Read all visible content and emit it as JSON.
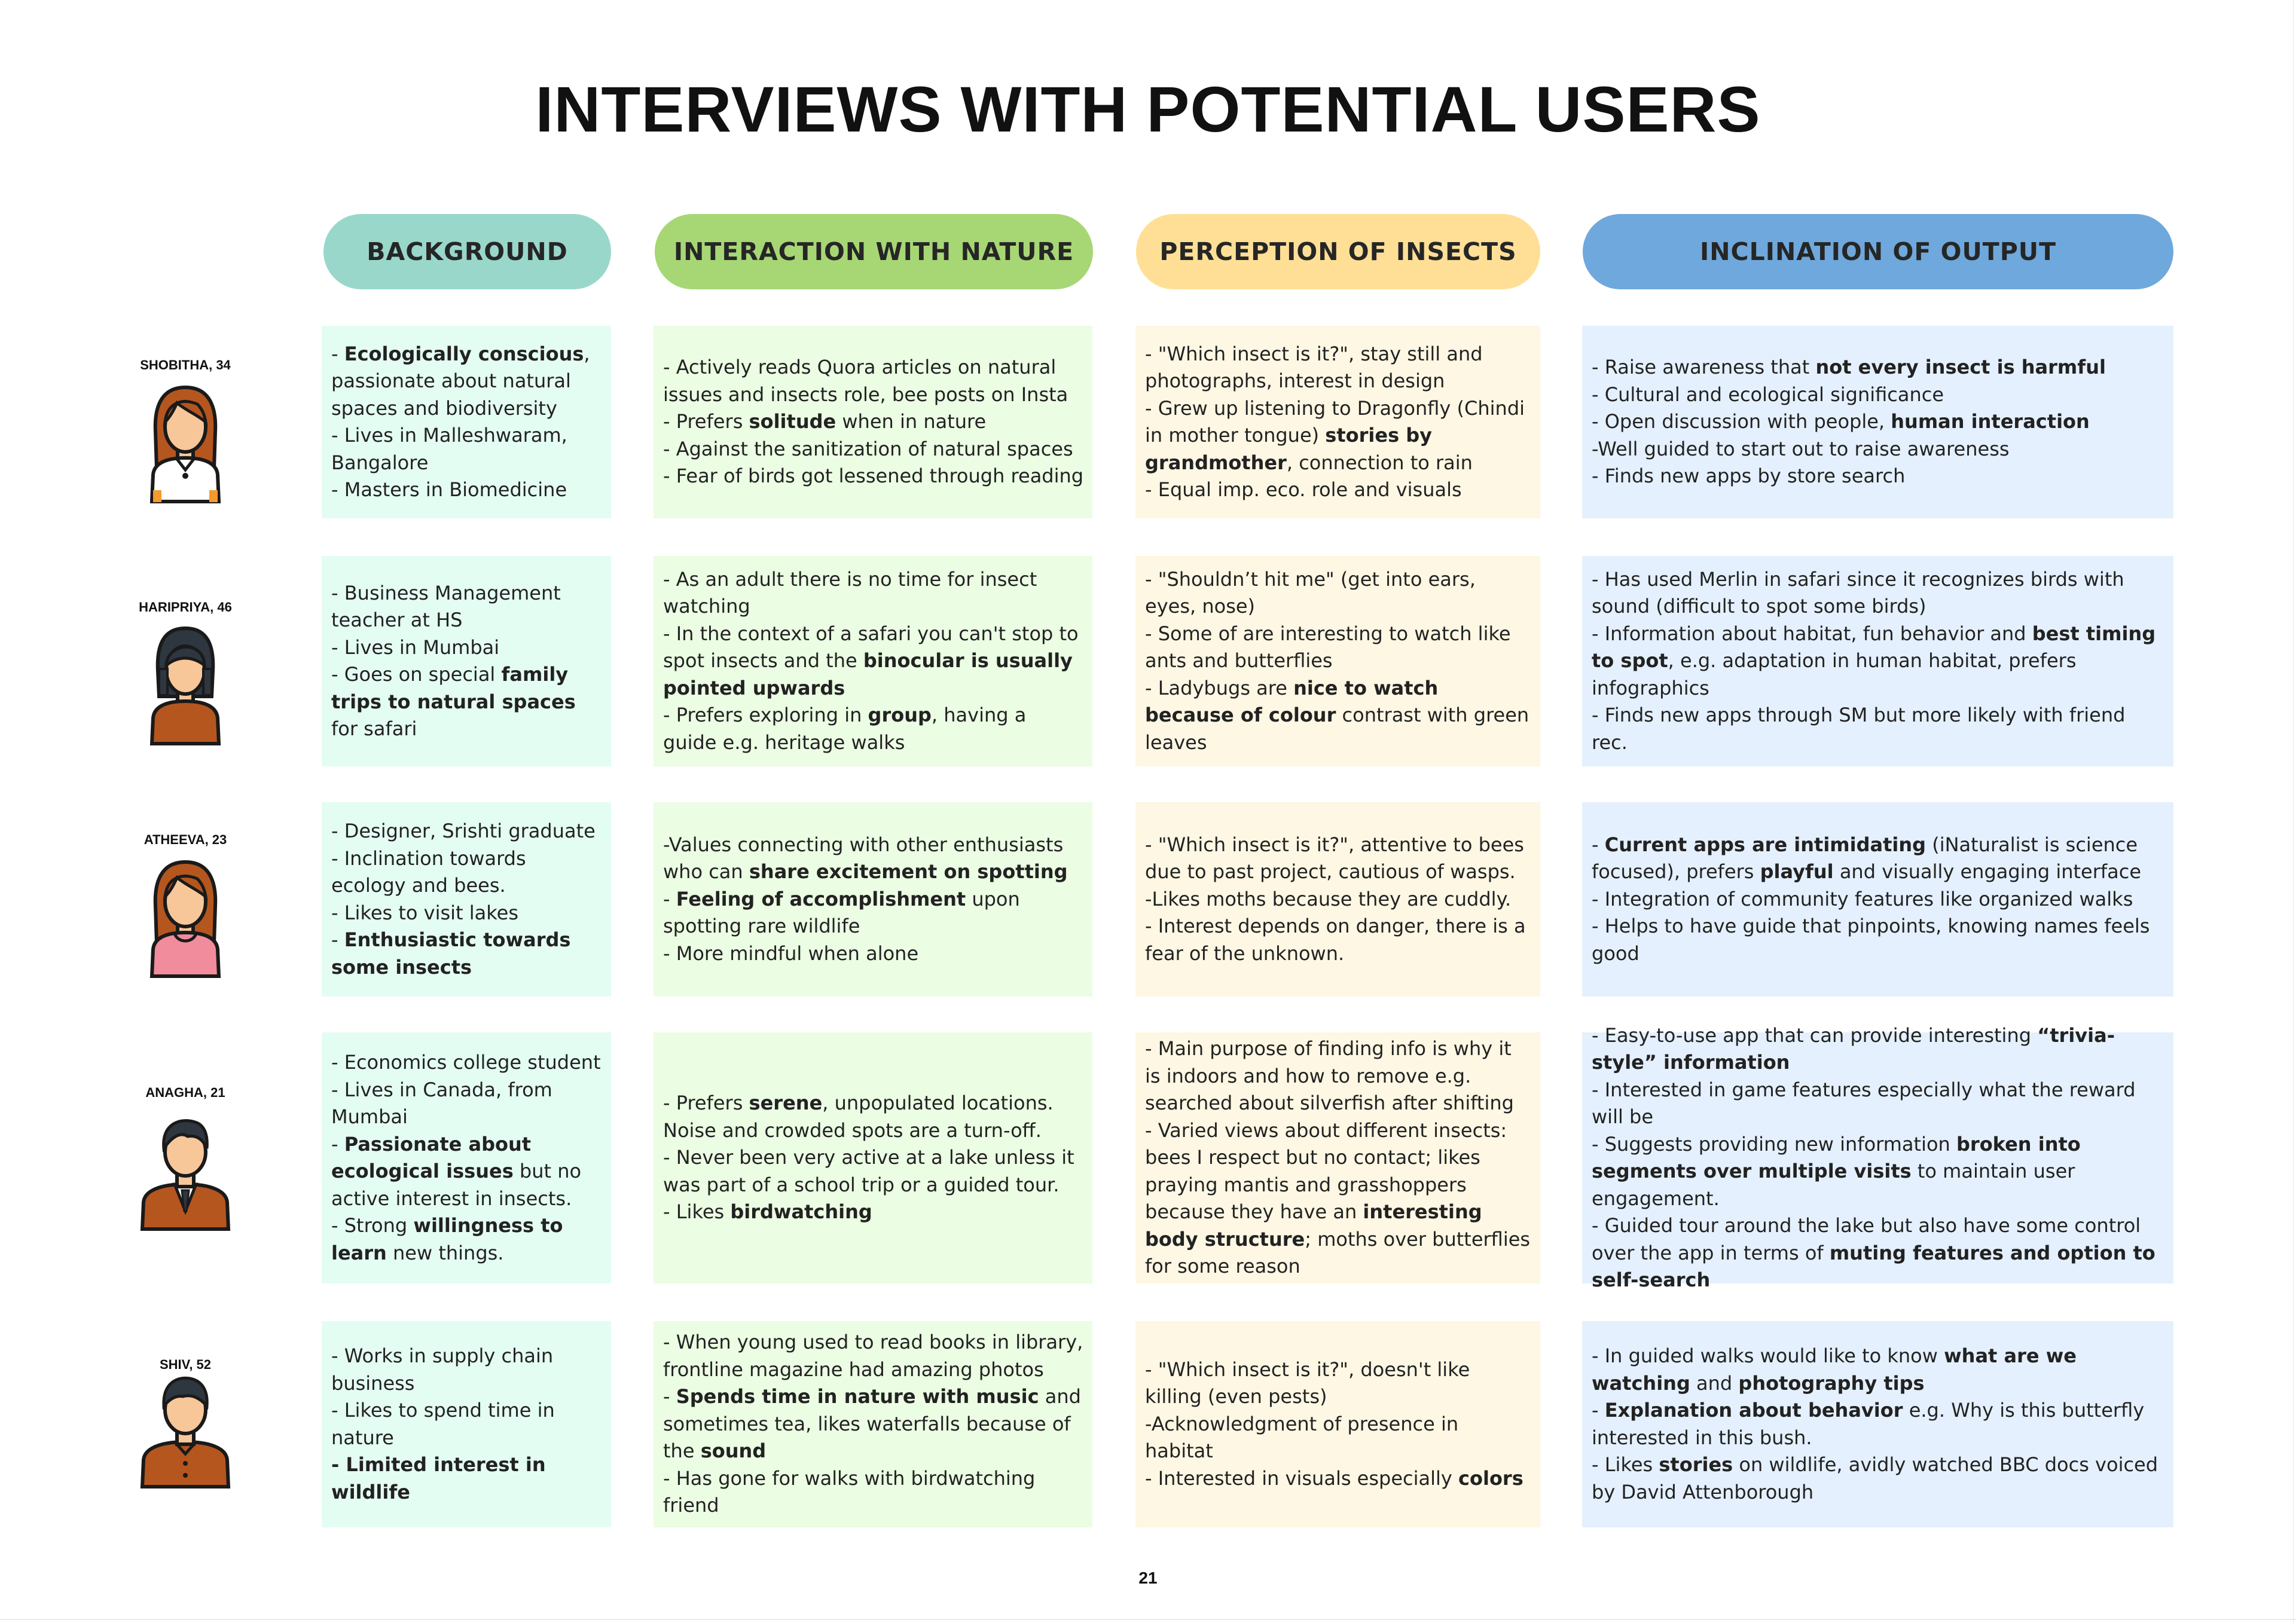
{
  "title": "INTERVIEWS WITH POTENTIAL USERS",
  "headers": {
    "background": "BACKGROUND",
    "interaction": "INTERACTION WITH NATURE",
    "perception": "PERCEPTION OF INSECTS",
    "inclination": "INCLINATION OF OUTPUT"
  },
  "colors": {
    "background_header": "#99d7cb",
    "interaction_header": "#a6d774",
    "perception_header": "#ffdf96",
    "inclination_header": "#6fa8dc"
  },
  "people": [
    {
      "name": "SHOBITHA, 34",
      "avatar_icon": "woman-avatar-icon",
      "background": [
        [
          {
            "t": "- "
          },
          {
            "b": "Ecologically conscious"
          },
          {
            "t": ", passionate about natural spaces and biodiversity"
          }
        ],
        [
          {
            "t": "- Lives in Malleshwaram, Bangalore"
          }
        ],
        [
          {
            "t": "- Masters in Biomedicine"
          }
        ]
      ],
      "interaction": [
        [
          {
            "t": "- Actively reads Quora articles on natural issues and insects role, bee posts on Insta"
          }
        ],
        [
          {
            "t": "- Prefers "
          },
          {
            "b": "solitude"
          },
          {
            "t": " when in nature"
          }
        ],
        [
          {
            "t": "- Against the sanitization of natural spaces"
          }
        ],
        [
          {
            "t": "- Fear of birds got lessened through reading"
          }
        ]
      ],
      "perception": [
        [
          {
            "t": "- \"Which insect is it?\", stay still and photographs, interest in design"
          }
        ],
        [
          {
            "t": "-  Grew up listening to Dragonfly (Chindi in mother tongue) "
          },
          {
            "b": "stories by grandmother"
          },
          {
            "t": ", connection to rain"
          }
        ],
        [
          {
            "t": "- Equal imp. eco. role and visuals"
          }
        ]
      ],
      "inclination": [
        [
          {
            "t": "-  Raise awareness that "
          },
          {
            "b": "not every insect is harmful"
          }
        ],
        [
          {
            "t": "- Cultural and ecological significance"
          }
        ],
        [
          {
            "t": "- Open discussion with people, "
          },
          {
            "b": "human interaction"
          }
        ],
        [
          {
            "t": "-Well guided to start out to raise awareness"
          }
        ],
        [
          {
            "t": "- Finds new apps by store search"
          }
        ]
      ]
    },
    {
      "name": "HARIPRIYA, 46",
      "avatar_icon": "woman-bob-hair-avatar-icon",
      "background": [
        [
          {
            "t": "- Business Management teacher at HS"
          }
        ],
        [
          {
            "t": "- Lives in Mumbai"
          }
        ],
        [
          {
            "t": "- Goes on special "
          },
          {
            "b": "family trips to natural spaces"
          },
          {
            "t": " for safari"
          }
        ]
      ],
      "interaction": [
        [
          {
            "t": "- As an adult there is no time for insect watching"
          }
        ],
        [
          {
            "t": "- In the context of a safari you can't stop to spot insects and the "
          },
          {
            "b": "binocular is usually pointed upwards"
          }
        ],
        [
          {
            "t": "- Prefers exploring in "
          },
          {
            "b": "group"
          },
          {
            "t": ", having a guide e.g. heritage walks"
          }
        ]
      ],
      "perception": [
        [
          {
            "t": "- \"Shouldn’t hit me\" (get into ears, eyes, nose)"
          }
        ],
        [
          {
            "t": "- Some of are interesting to watch like ants and butterflies"
          }
        ],
        [
          {
            "t": "- Ladybugs are "
          },
          {
            "b": "nice to watch because of colour"
          },
          {
            "t": " contrast with green leaves"
          }
        ]
      ],
      "inclination": [
        [
          {
            "t": "- Has used Merlin in safari since it recognizes birds with sound (difficult to spot some birds)"
          }
        ],
        [
          {
            "t": "- Information about habitat, fun behavior and "
          },
          {
            "b": "best timing to spot"
          },
          {
            "t": ", e.g. adaptation in human habitat, prefers infographics"
          }
        ],
        [
          {
            "t": "- Finds new apps through SM but more likely with friend rec."
          }
        ]
      ]
    },
    {
      "name": "ATHEEVA, 23",
      "avatar_icon": "woman-pink-shirt-avatar-icon",
      "background": [
        [
          {
            "t": "- Designer, Srishti graduate"
          }
        ],
        [
          {
            "t": "- Inclination towards ecology and bees."
          }
        ],
        [
          {
            "t": "- Likes to visit lakes"
          }
        ],
        [
          {
            "t": "- "
          },
          {
            "b": "Enthusiastic towards some insects"
          }
        ]
      ],
      "interaction": [
        [
          {
            "t": "-Values connecting with other enthusiasts who can "
          },
          {
            "b": "share excitement on spotting"
          }
        ],
        [
          {
            "t": "- "
          },
          {
            "b": "Feeling of accomplishment"
          },
          {
            "t": " upon spotting rare wildlife"
          }
        ],
        [
          {
            "t": "- More mindful when alone"
          }
        ]
      ],
      "perception": [
        [
          {
            "t": "- \"Which insect is it?\", attentive to bees due to past project, cautious of wasps."
          }
        ],
        [
          {
            "t": "-Likes moths because they are cuddly."
          }
        ],
        [
          {
            "t": "- Interest depends on danger, there is a fear of the unknown."
          }
        ]
      ],
      "inclination": [
        [
          {
            "t": "- "
          },
          {
            "b": "Current apps are intimidating"
          },
          {
            "t": " (iNaturalist is science focused), prefers "
          },
          {
            "b": "playful"
          },
          {
            "t": " and visually engaging interface"
          }
        ],
        [
          {
            "t": "- Integration of community features like organized walks"
          }
        ],
        [
          {
            "t": "- Helps to have guide that pinpoints, knowing names feels good"
          }
        ]
      ]
    },
    {
      "name": "ANAGHA, 21",
      "avatar_icon": "man-suit-avatar-icon",
      "background": [
        [
          {
            "t": "- Economics college student"
          }
        ],
        [
          {
            "t": "- Lives in Canada, from Mumbai"
          }
        ],
        [
          {
            "t": "- "
          },
          {
            "b": "Passionate about ecological issues"
          },
          {
            "t": " but no active interest in insects."
          }
        ],
        [
          {
            "t": "- Strong "
          },
          {
            "b": "willingness to learn"
          },
          {
            "t": " new things."
          }
        ]
      ],
      "interaction": [
        [
          {
            "t": "- Prefers "
          },
          {
            "b": "serene"
          },
          {
            "t": ", unpopulated locations. Noise and crowded spots are a turn-off."
          }
        ],
        [
          {
            "t": "- Never been very active at a lake unless it was part of a school trip or a guided tour."
          }
        ],
        [
          {
            "t": "- Likes "
          },
          {
            "b": "birdwatching"
          }
        ]
      ],
      "perception": [
        [
          {
            "t": "- Main purpose of finding info is why it is indoors and how to remove e.g. searched about silverfish after shifting"
          }
        ],
        [
          {
            "t": "- Varied views about different insects: bees I respect but no contact; likes praying mantis and grasshoppers because they have an "
          },
          {
            "b": "interesting body structure"
          },
          {
            "t": "; moths over butterflies for some reason"
          }
        ]
      ],
      "inclination": [
        [
          {
            "t": "- Easy-to-use app that can provide interesting "
          },
          {
            "b": "“trivia-style” information"
          }
        ],
        [
          {
            "t": "- Interested in game features especially what the reward will be"
          }
        ],
        [
          {
            "t": "- Suggests providing new information "
          },
          {
            "b": "broken into segments over multiple visits"
          },
          {
            "t": " to maintain user engagement."
          }
        ],
        [
          {
            "t": "- Guided tour around the lake but also have some control over the app in terms of "
          },
          {
            "b": "muting features and option to self-search"
          }
        ]
      ]
    },
    {
      "name": "SHIV, 52",
      "avatar_icon": "man-shirt-avatar-icon",
      "background": [
        [
          {
            "t": "- Works in supply chain business"
          }
        ],
        [
          {
            "t": "- Likes to spend time in nature"
          }
        ],
        [
          {
            "b": "- Limited interest in wildlife"
          }
        ]
      ],
      "interaction": [
        [
          {
            "t": "- When young used to read books in library, frontline magazine had amazing photos"
          }
        ],
        [
          {
            "t": "- "
          },
          {
            "b": "Spends time in nature with music"
          },
          {
            "t": " and sometimes tea, likes waterfalls because of the "
          },
          {
            "b": "sound"
          }
        ],
        [
          {
            "t": "- Has gone for walks with birdwatching friend"
          }
        ]
      ],
      "perception": [
        [
          {
            "t": "- \"Which insect is it?\", doesn't like killing (even pests)"
          }
        ],
        [
          {
            "t": "-Acknowledgment of presence in habitat"
          }
        ],
        [
          {
            "t": "- Interested in visuals especially "
          },
          {
            "b": "colors"
          }
        ]
      ],
      "inclination": [
        [
          {
            "t": "- In guided walks would like to know "
          },
          {
            "b": "what are we watching"
          },
          {
            "t": " and "
          },
          {
            "b": "photography tips"
          }
        ],
        [
          {
            "t": "- "
          },
          {
            "b": "Explanation about behavior"
          },
          {
            "t": " e.g. Why is this butterfly interested in this bush."
          }
        ],
        [
          {
            "t": "- Likes "
          },
          {
            "b": "stories"
          },
          {
            "t": " on wildlife, avidly watched BBC docs voiced by David Attenborough"
          }
        ]
      ]
    }
  ],
  "page_number": "21"
}
